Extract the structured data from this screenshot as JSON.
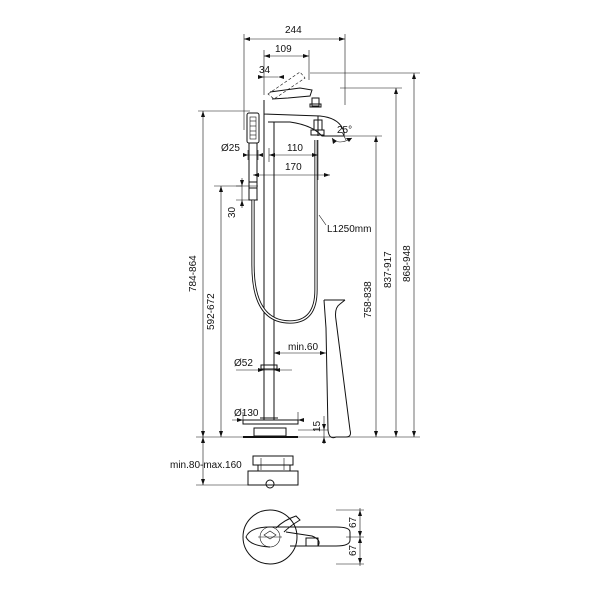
{
  "dimensions": {
    "d244": "244",
    "d109": "109",
    "d34": "34",
    "d25deg": "25°",
    "dia25": "Ø25",
    "d110": "110",
    "d170": "170",
    "d30": "30",
    "hose_length": "L1250mm",
    "d784_864": "784-864",
    "d592_672": "592-672",
    "d758_838": "758-838",
    "d837_917": "837-917",
    "d868_948": "868-948",
    "dia52": "Ø52",
    "min60": "min.60",
    "dia130": "Ø130",
    "d15": "15",
    "install_depth": "min.80-max.160",
    "d67_top": "67",
    "d67_bottom": "67"
  },
  "colors": {
    "line": "#111111",
    "background": "#ffffff"
  }
}
